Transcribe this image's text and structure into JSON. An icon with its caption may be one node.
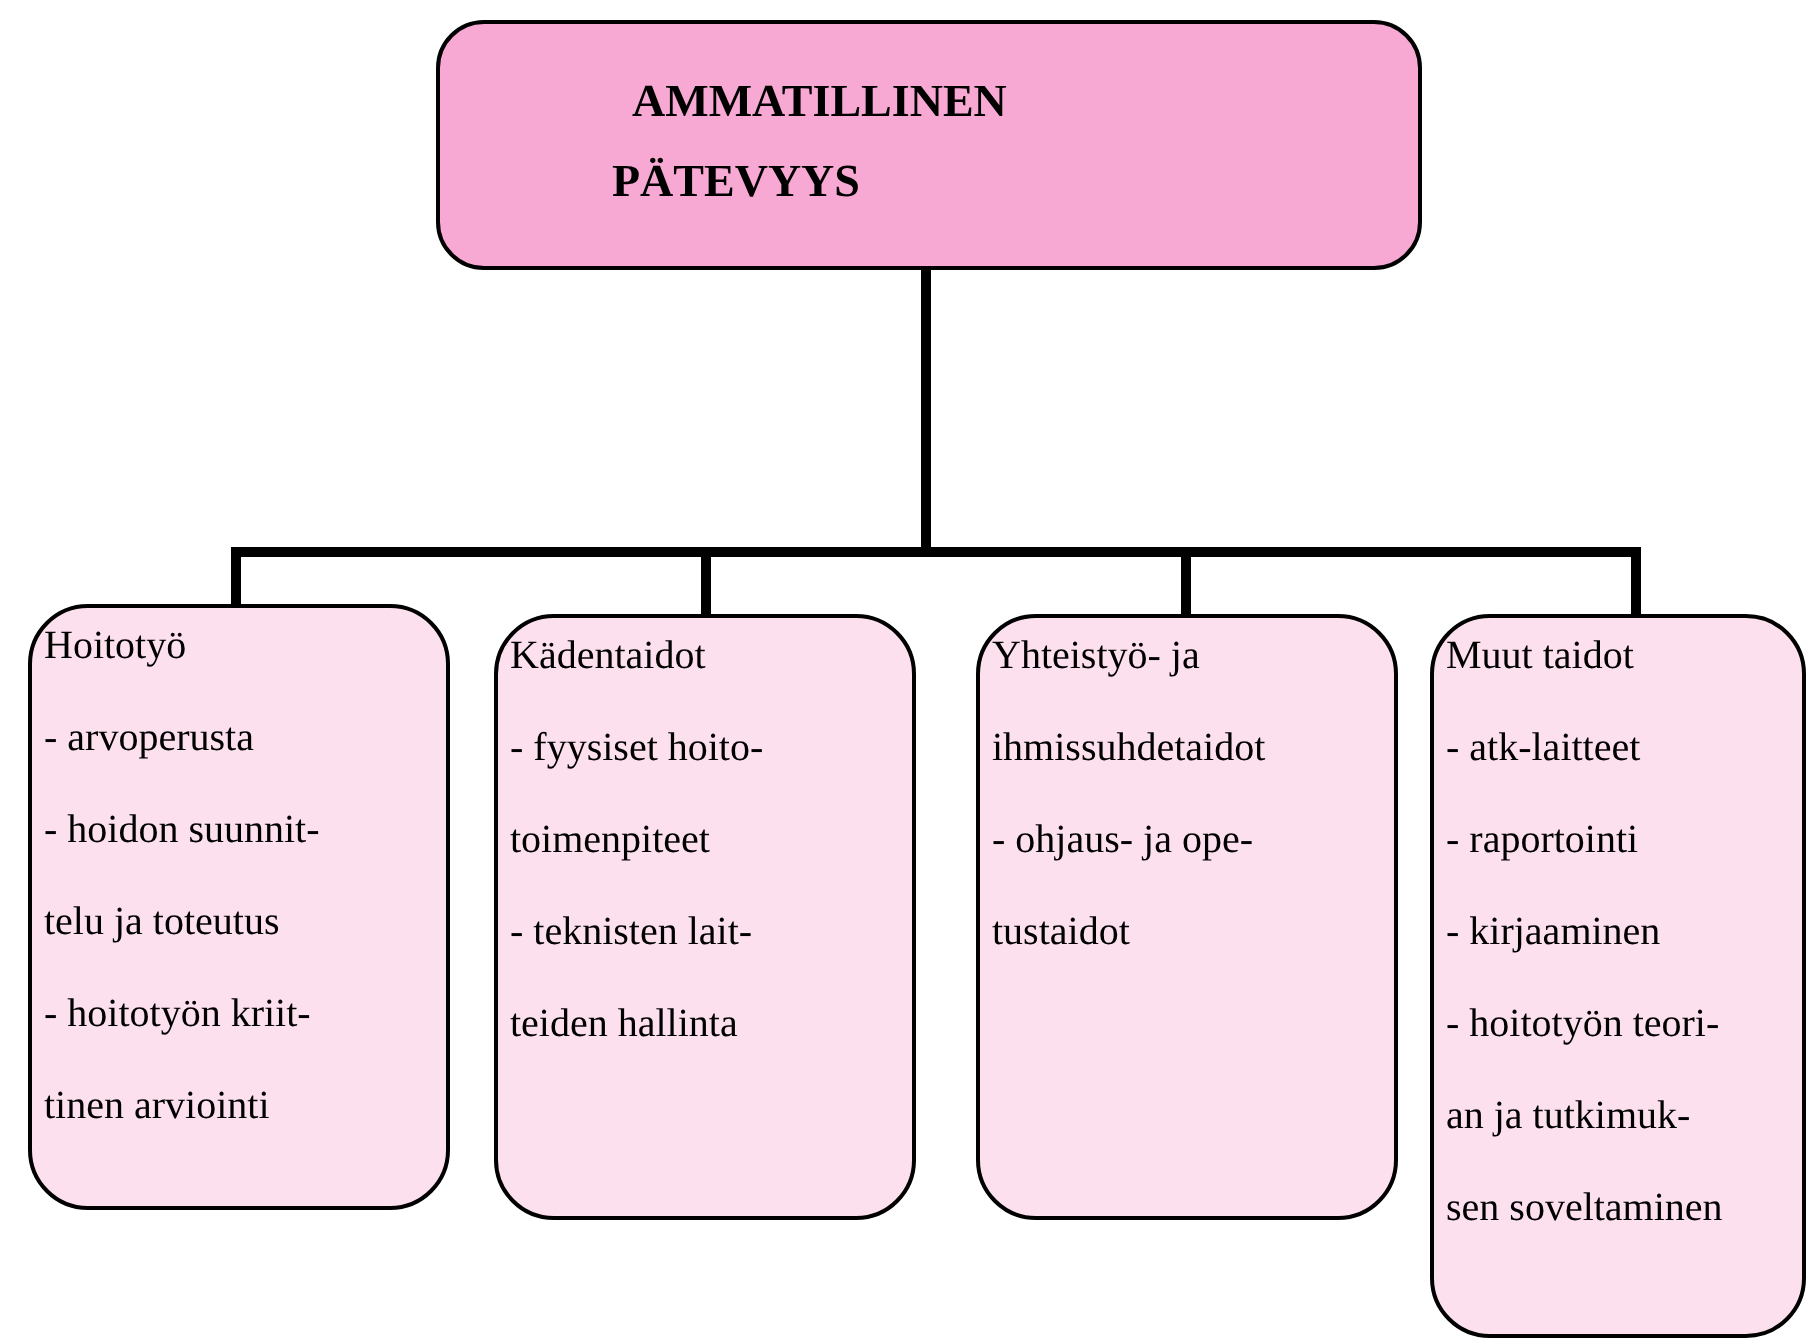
{
  "diagram": {
    "nodes": [
      {
        "text": [
          "AMMATILLINEN",
          "PÄTEVYYS"
        ]
      },
      {
        "text": [
          "Hoitotyö",
          "- arvoperusta",
          "- hoidon suunnit-",
          "telu ja toteutus",
          "- hoitotyön kriit-",
          "tinen arviointi"
        ]
      },
      {
        "text": [
          "Kädentaidot",
          "- fyysiset hoito-",
          "toimenpiteet",
          "- teknisten lait-",
          "teiden hallinta"
        ]
      },
      {
        "text": [
          "Yhteistyö- ja",
          "ihmissuhdetaidot",
          "- ohjaus- ja ope-",
          "tustaidot"
        ]
      },
      {
        "text": [
          "Muut taidot",
          "- atk-laitteet",
          "- raportointi",
          "- kirjaaminen",
          "- hoitotyön teori-",
          "an ja tutkimuk-",
          "sen soveltaminen"
        ]
      }
    ],
    "edges": [
      {
        "from": 0,
        "to": 1,
        "arrow": "none"
      },
      {
        "from": 0,
        "to": 2,
        "arrow": "none"
      },
      {
        "from": 0,
        "to": 3,
        "arrow": "none"
      },
      {
        "from": 0,
        "to": 4,
        "arrow": "none"
      }
    ]
  }
}
